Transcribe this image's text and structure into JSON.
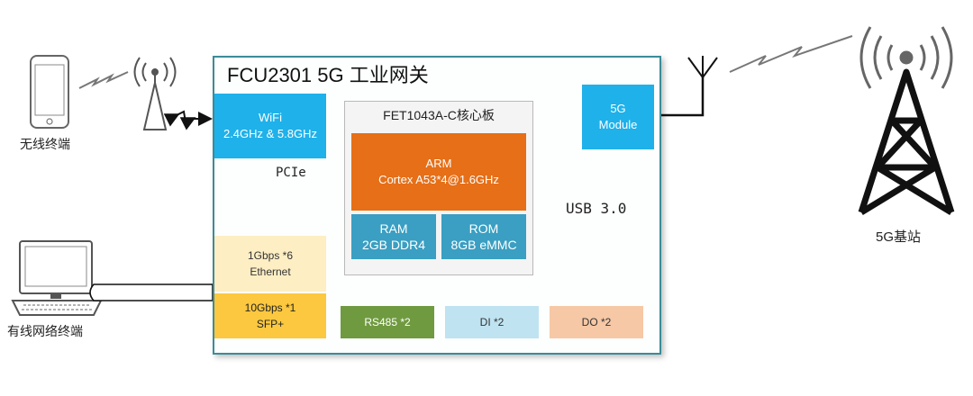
{
  "gateway": {
    "title": "FCU2301   5G 工业网关"
  },
  "wifi": {
    "name": "WiFi",
    "bands": "2.4GHz & 5.8GHz"
  },
  "pcie_label": "PCIe",
  "core_board": {
    "title": "FET1043A-C核心板",
    "arm": {
      "name": "ARM",
      "spec": "Cortex A53*4@1.6GHz"
    },
    "ram": {
      "name": "RAM",
      "spec": "2GB DDR4"
    },
    "rom": {
      "name": "ROM",
      "spec": "8GB eMMC"
    }
  },
  "module_5g": {
    "line1": "5G",
    "line2": "Module"
  },
  "usb_label": "USB 3.0",
  "ethernet": {
    "line1": "1Gbps *6",
    "line2": "Ethernet"
  },
  "sfp": {
    "line1": "10Gbps *1",
    "line2": "SFP+"
  },
  "io": {
    "rs485": "RS485 *2",
    "di": "DI *2",
    "do": "DO *2"
  },
  "devices": {
    "wireless_terminal": "无线终端",
    "wired_terminal": "有线网络终端",
    "base_station": "5G基站"
  },
  "colors": {
    "frame": "#3a8c98",
    "wifi": "#1fb1ea",
    "arm": "#e66f17",
    "memory": "#3a9fc2",
    "ethernet": "#fdeec4",
    "sfp": "#fbc83f",
    "rs485": "#6f9a3f",
    "di": "#bfe3f1",
    "do": "#f6c8a5"
  }
}
